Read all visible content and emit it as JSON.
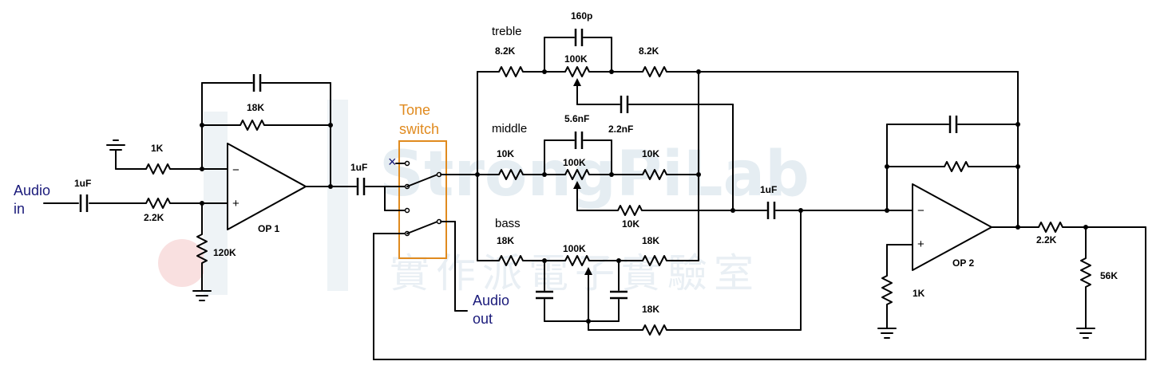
{
  "watermark": {
    "text": "StrongPiLab",
    "subtext": "實作派電子實驗室"
  },
  "io": {
    "audio_in_line1": "Audio",
    "audio_in_line2": "in",
    "audio_out_line1": "Audio",
    "audio_out_line2": "out"
  },
  "tone_switch": {
    "line1": "Tone",
    "line2": "switch",
    "color": "#e08a1e"
  },
  "section_labels": {
    "treble": "treble",
    "middle": "middle",
    "bass": "bass"
  },
  "opamps": {
    "op1": "OP 1",
    "op2": "OP 2",
    "minus": "−",
    "plus": "+"
  },
  "components": {
    "c_in": "1uF",
    "r_gnd1": "1K",
    "r_in": "2.2K",
    "r_bias": "120K",
    "r_fb1": "18K",
    "c_couple1": "1uF",
    "c_treble": "160p",
    "r_treble_l": "8.2K",
    "pot_treble": "100K",
    "r_treble_r": "8.2K",
    "c_mid": "5.6nF",
    "c_mid2": "2.2nF",
    "r_mid_l": "10K",
    "pot_mid": "100K",
    "r_mid_r": "10K",
    "r_mid_w": "10K",
    "r_bass_l": "18K",
    "pot_bass": "100K",
    "r_bass_r": "18K",
    "r_bass_w": "18K",
    "c_couple2": "1uF",
    "r_gnd2": "1K",
    "r_out": "2.2K",
    "r_load": "56K"
  },
  "switch_mark": "×",
  "colors": {
    "accent": "#e08a1e",
    "io_text": "#1a1a7a",
    "watermark": "#dfe9f0",
    "watermark_red": "#f6d3d3"
  }
}
